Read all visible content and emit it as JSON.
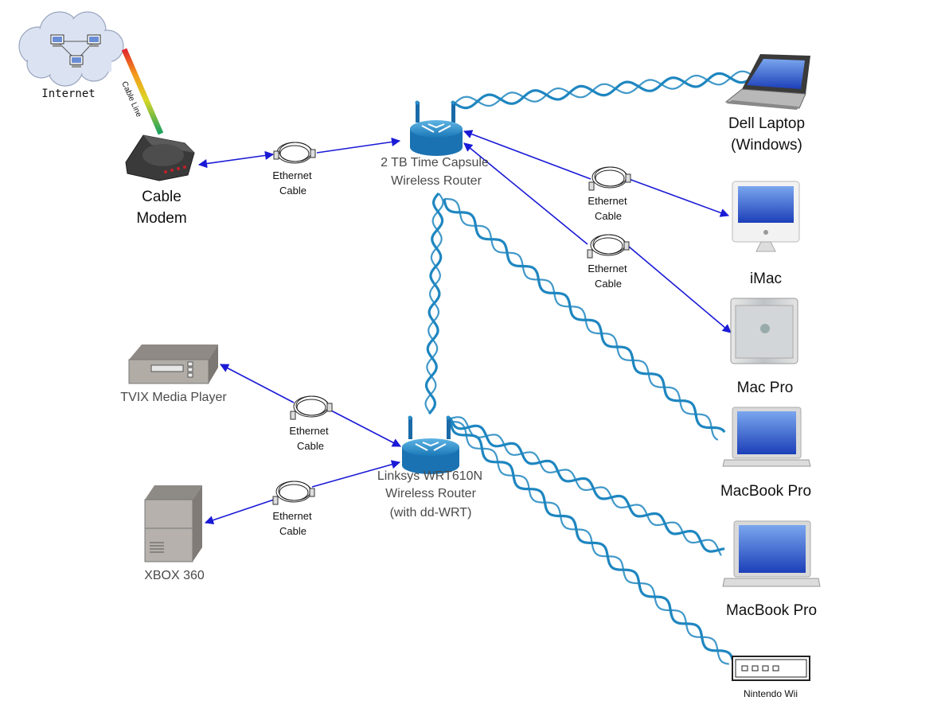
{
  "labels": {
    "internet": "Internet",
    "cable_line": "Cable Line",
    "cable_modem_1": "Cable",
    "cable_modem_2": "Modem",
    "time_capsule_1": "2 TB Time Capsule",
    "time_capsule_2": "Wireless Router",
    "dell_1": "Dell Laptop",
    "dell_2": "(Windows)",
    "imac": "iMac",
    "macpro": "Mac Pro",
    "macbook_pro_1": "MacBook Pro",
    "macbook_pro_2": "MacBook Pro",
    "wii": "Nintendo Wii",
    "tvix": "TVIX Media Player",
    "xbox": "XBOX 360",
    "linksys_1": "Linksys WRT610N",
    "linksys_2": "Wireless Router",
    "linksys_3": "(with dd-WRT)",
    "ethernet_1": "Ethernet",
    "ethernet_2": "Cable"
  },
  "colors": {
    "wired_link": "#1a1ad6",
    "wireless_link": "#1e86c0",
    "router": "#2a8fc8"
  }
}
